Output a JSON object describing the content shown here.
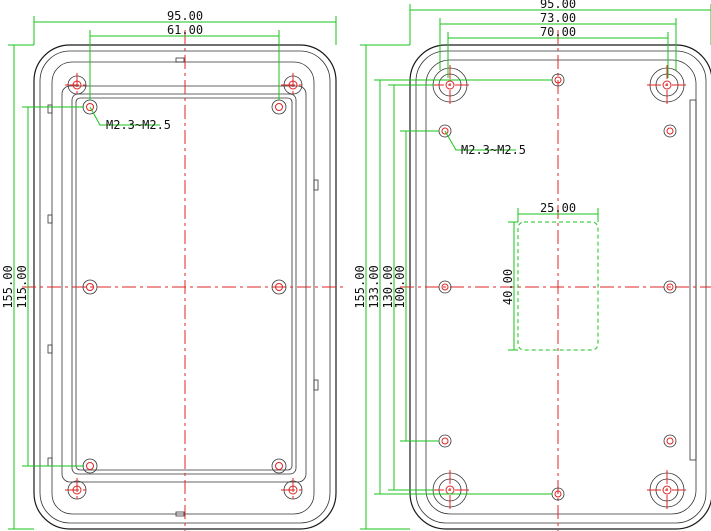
{
  "colors": {
    "outline": "#1a1a1a",
    "dimension": "#19c619",
    "centerline": "#e02424",
    "text": "#111111"
  },
  "left_view": {
    "width_outer": "95.00",
    "width_holes": "61.00",
    "height_outer": "155.00",
    "height_holes": "115.00",
    "screw_note": "M2.3~M2.5"
  },
  "right_view": {
    "width_outer": "95.00",
    "width_mid": "73.00",
    "width_holes": "70.00",
    "height_outer": "155.00",
    "height_133": "133.00",
    "height_130": "130.00",
    "height_100": "100.00",
    "screw_note": "M2.3~M2.5",
    "cutout_width": "25.00",
    "cutout_height": "40.00"
  }
}
